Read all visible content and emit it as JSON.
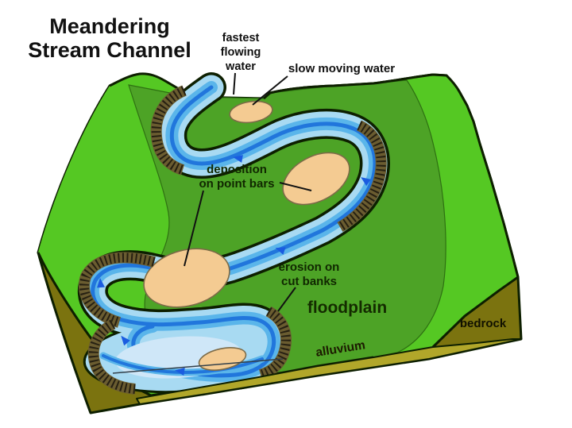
{
  "title": {
    "line1": "Meandering",
    "line2": "Stream Channel"
  },
  "labels": {
    "fastest_line1": "fastest",
    "fastest_line2": "flowing",
    "fastest_line3": "water",
    "slow": "slow moving water",
    "deposition_line1": "deposition",
    "deposition_line2": "on point bars",
    "erosion_line1": "erosion on",
    "erosion_line2": "cut banks",
    "floodplain": "floodplain",
    "alluvium": "alluvium",
    "bedrock": "bedrock"
  },
  "colors": {
    "floodplain_bright": "#55c823",
    "meander_belt": "#4da326",
    "water_light": "#a8daf2",
    "water_mid": "#5ab5ea",
    "water_thread": "#2176dc",
    "pool_pale": "#cfe7f8",
    "point_bar_sand": "#f4cb92",
    "sand_outline": "#7c6b48",
    "bedrock": "#7b730f",
    "alluvium": "#b1a72a",
    "cut_bank": "#6a5c30",
    "cut_bank_hatch": "#262012",
    "outline": "#0d1f00",
    "label_text": "#102700",
    "arrow_blue": "#1a5ce0"
  }
}
